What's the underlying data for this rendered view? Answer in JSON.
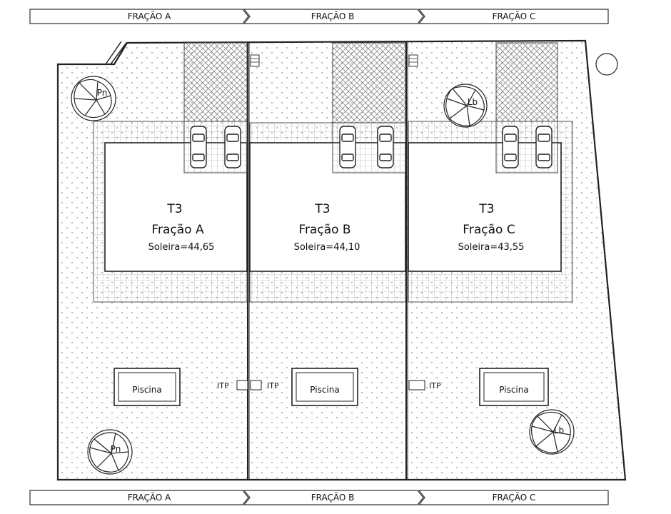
{
  "top_bar": [
    "FRAÇÃO A",
    "FRAÇÃO B",
    "FRAÇÃO C"
  ],
  "bottom_bar": [
    "FRAÇÃO A",
    "FRAÇÃO B",
    "FRAÇÃO C"
  ],
  "units": [
    {
      "type": "T3",
      "name": "Fração A",
      "soleira": "Soleira=44,65",
      "pool": "Piscina"
    },
    {
      "type": "T3",
      "name": "Fração B",
      "soleira": "Soleira=44,10",
      "pool": "Piscina"
    },
    {
      "type": "T3",
      "name": "Fração C",
      "soleira": "Soleira=43,55",
      "pool": "Piscina"
    }
  ],
  "itp_labels": [
    "ITP",
    "ITP",
    "ITP"
  ],
  "trees": [
    "Pn",
    "Lb",
    "Pn",
    "Lb"
  ]
}
